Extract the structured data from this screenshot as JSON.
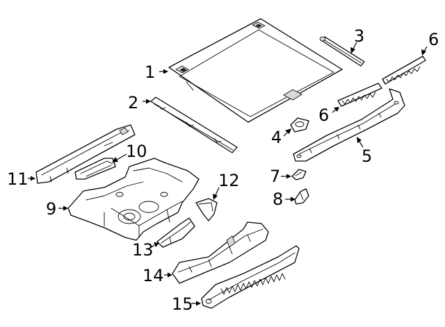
{
  "callouts": [
    {
      "id": "1",
      "text": "1"
    },
    {
      "id": "2",
      "text": "2"
    },
    {
      "id": "3",
      "text": "3"
    },
    {
      "id": "4",
      "text": "4"
    },
    {
      "id": "5",
      "text": "5"
    },
    {
      "id": "6a",
      "text": "6"
    },
    {
      "id": "6b",
      "text": "6"
    },
    {
      "id": "7",
      "text": "7"
    },
    {
      "id": "8",
      "text": "8"
    },
    {
      "id": "9",
      "text": "9"
    },
    {
      "id": "10",
      "text": "10"
    },
    {
      "id": "11",
      "text": "11"
    },
    {
      "id": "12",
      "text": "12"
    },
    {
      "id": "13",
      "text": "13"
    },
    {
      "id": "14",
      "text": "14"
    },
    {
      "id": "15",
      "text": "15"
    }
  ]
}
